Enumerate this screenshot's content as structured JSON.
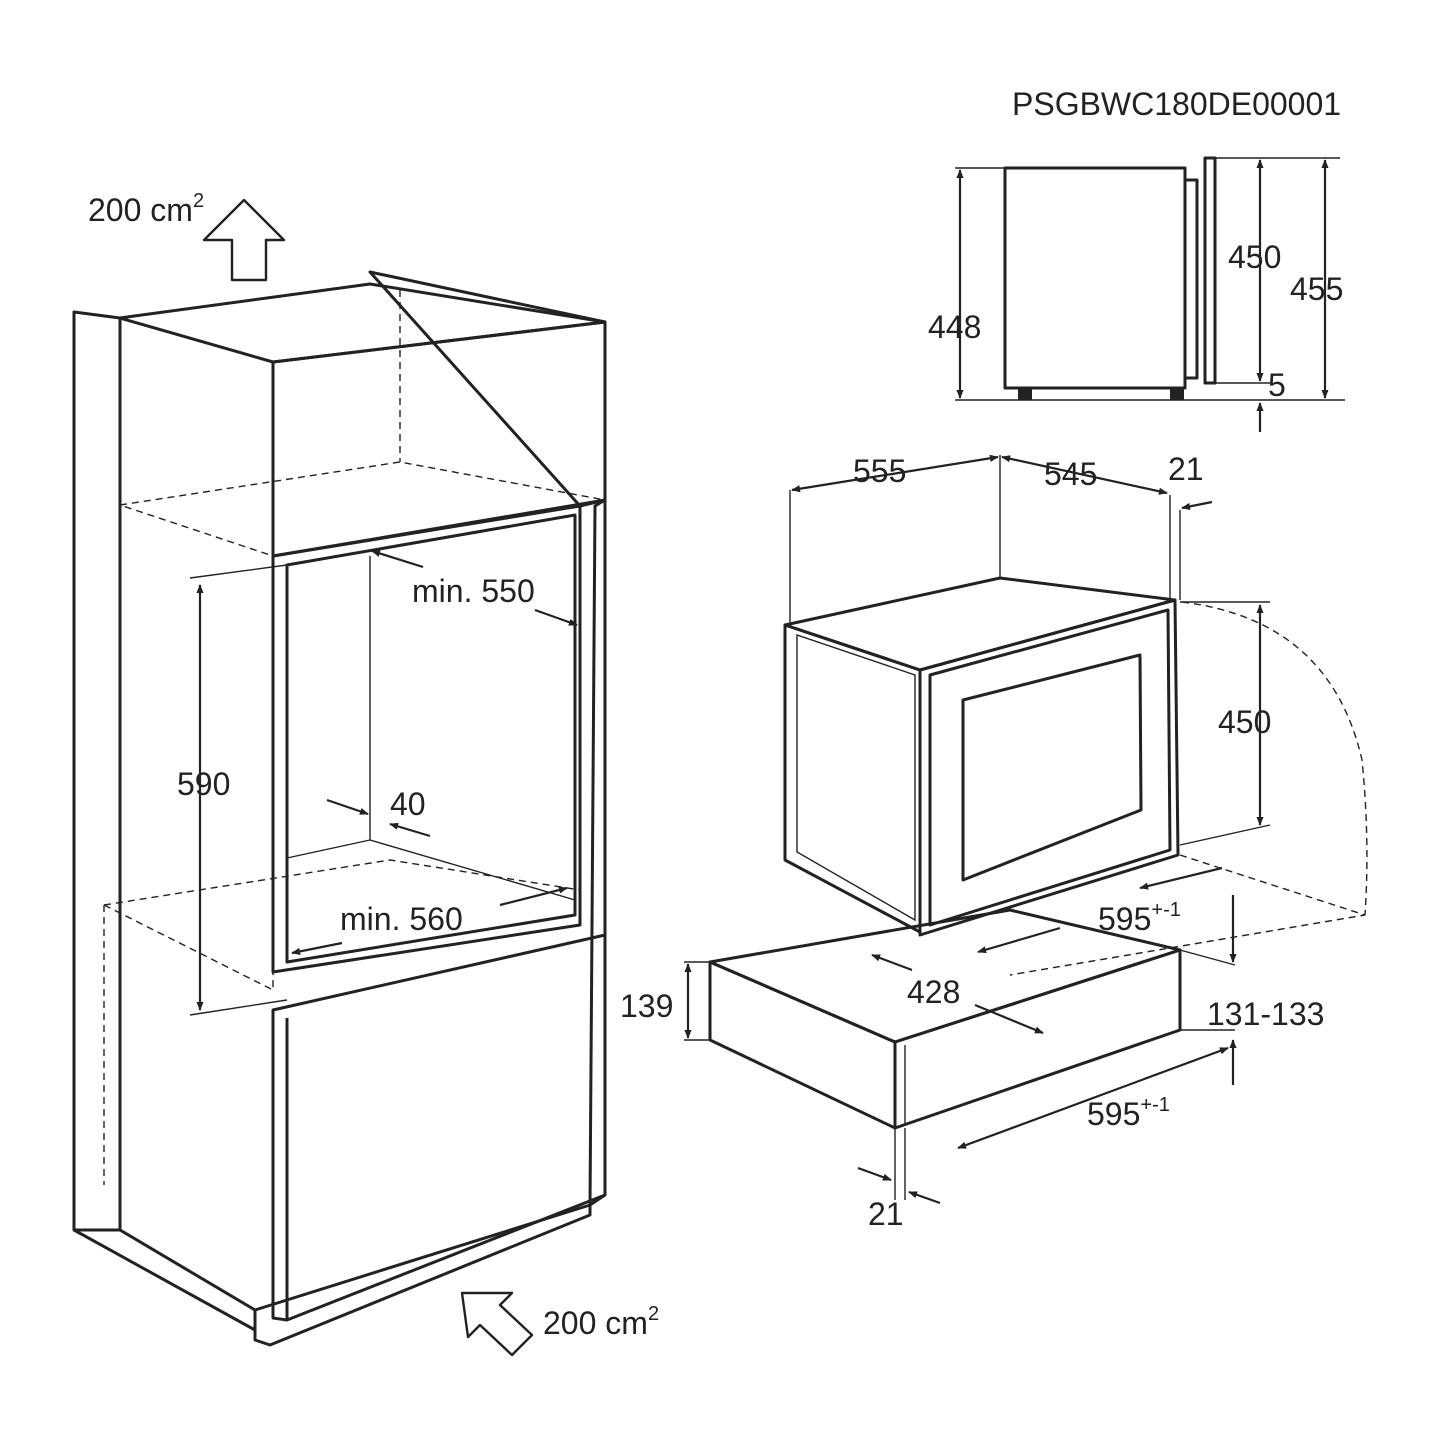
{
  "diagram": {
    "model_code": "PSGBWC180DE00001",
    "airflow_top": {
      "value": "200 cm",
      "exp": "2"
    },
    "airflow_bottom": {
      "value": "200 cm",
      "exp": "2"
    },
    "cabinet": {
      "width_min": "min. 560",
      "depth_min": "min. 550",
      "height": "590",
      "gap": "40"
    },
    "side_view": {
      "body_height": "448",
      "front_height": "450",
      "total_height": "455",
      "feet": "5"
    },
    "appliance": {
      "depth": "555",
      "body_depth": "545",
      "front_thickness": "21",
      "front_height": "450",
      "front_width": {
        "value": "595",
        "tol": "+-1"
      },
      "niche_width": "428"
    },
    "drawer": {
      "height": "139",
      "niche_height": "131-133",
      "width": {
        "value": "595",
        "tol": "+-1"
      },
      "front_thickness": "21"
    }
  }
}
